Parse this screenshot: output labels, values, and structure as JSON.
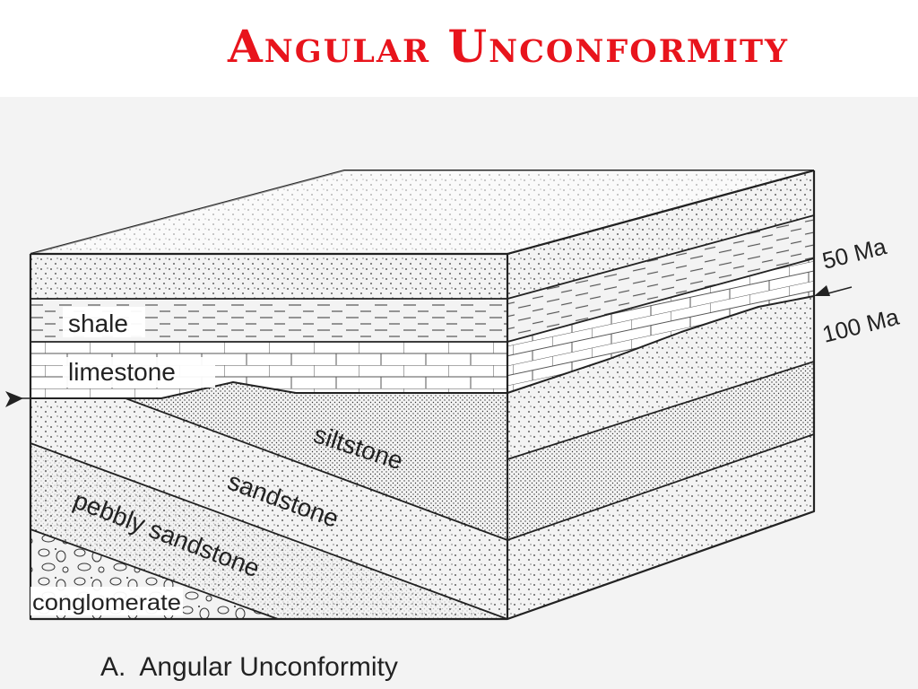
{
  "slide": {
    "title": "Angular Unconformity",
    "title_color": "#e8141c"
  },
  "diagram": {
    "caption": "A.  Angular Unconformity",
    "labels": {
      "shale": "shale",
      "limestone": "limestone",
      "siltstone": "siltstone",
      "sandstone": "sandstone",
      "pebbly_sandstone": "pebbly sandstone",
      "conglomerate": "conglomerate",
      "age_upper": "50 Ma",
      "age_lower": "100 Ma"
    },
    "colors": {
      "page_bg": "#f2f2f2",
      "ink": "#222222",
      "face": "#ffffff"
    }
  }
}
